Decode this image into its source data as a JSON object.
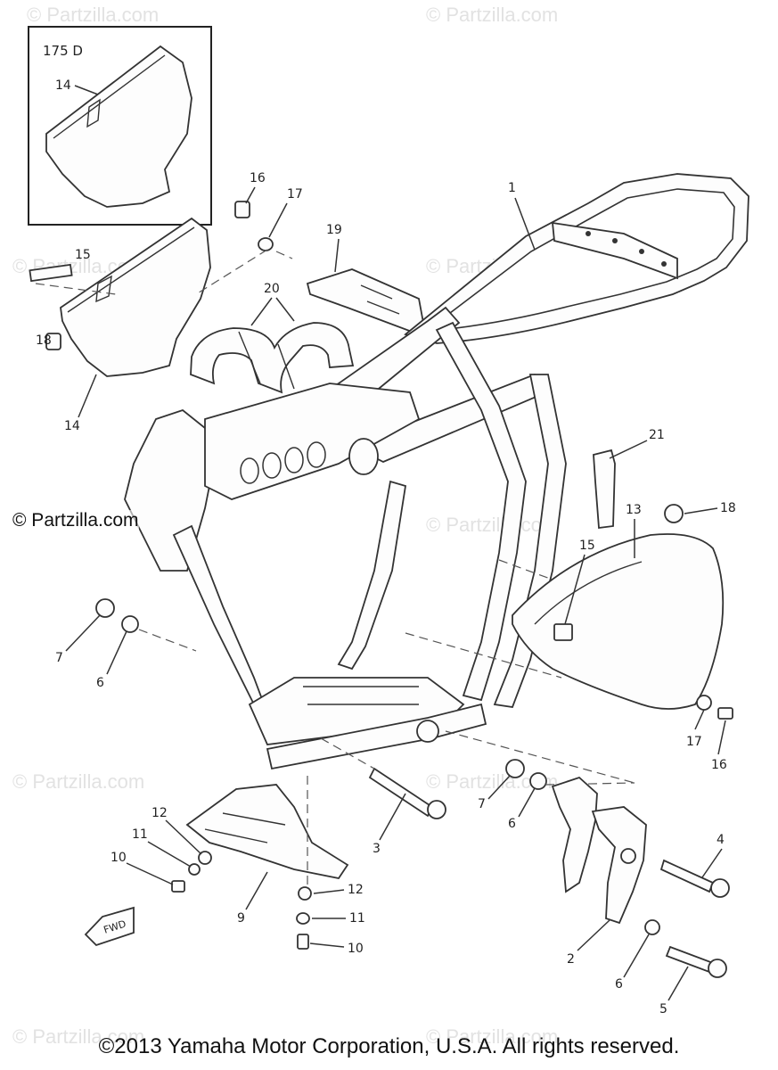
{
  "watermark": "© Partzilla.com",
  "site_mark": "© Partzilla.com",
  "copyright": "©2013 Yamaha Motor Corporation, U.S.A. All rights reserved.",
  "inset": {
    "model": "175 D",
    "callout": "14"
  },
  "fwd_mark": "FWD",
  "callouts": {
    "c1": "1",
    "c2": "2",
    "c3": "3",
    "c4": "4",
    "c5": "5",
    "c6a": "6",
    "c6b": "6",
    "c6c": "6",
    "c7a": "7",
    "c7b": "7",
    "c9": "9",
    "c10a": "10",
    "c10b": "10",
    "c11a": "11",
    "c11b": "11",
    "c12a": "12",
    "c12b": "12",
    "c13": "13",
    "c14": "14",
    "c15a": "15",
    "c15b": "15",
    "c16a": "16",
    "c16b": "16",
    "c17a": "17",
    "c17b": "17",
    "c18a": "18",
    "c18b": "18",
    "c19": "19",
    "c20": "20",
    "c21": "21"
  }
}
